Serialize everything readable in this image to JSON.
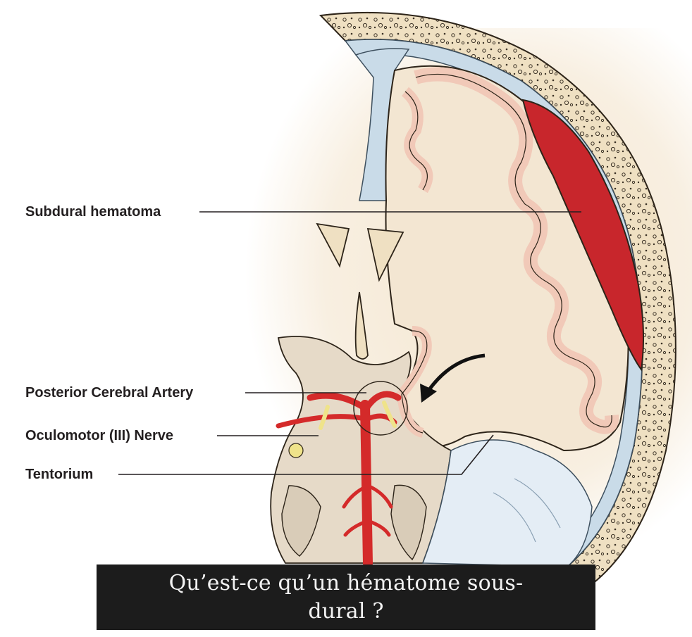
{
  "diagram": {
    "labels": {
      "subdural_hematoma": "Subdural hematoma",
      "posterior_cerebral_artery": "Posterior Cerebral Artery",
      "oculomotor_nerve": "Oculomotor (III) Nerve",
      "tentorium": "Tentorium"
    },
    "colors": {
      "hematoma": "#c8262c",
      "artery": "#d42a2a",
      "brain_tissue": "#f3e6d2",
      "cortex_edge": "#f4d3c6",
      "bone": "#efe0c2",
      "membrane": "#c9dbe8",
      "background_glow": "#f6ead6"
    }
  },
  "caption": {
    "text": "Qu’est-ce qu’un hématome sous-dural ?"
  }
}
